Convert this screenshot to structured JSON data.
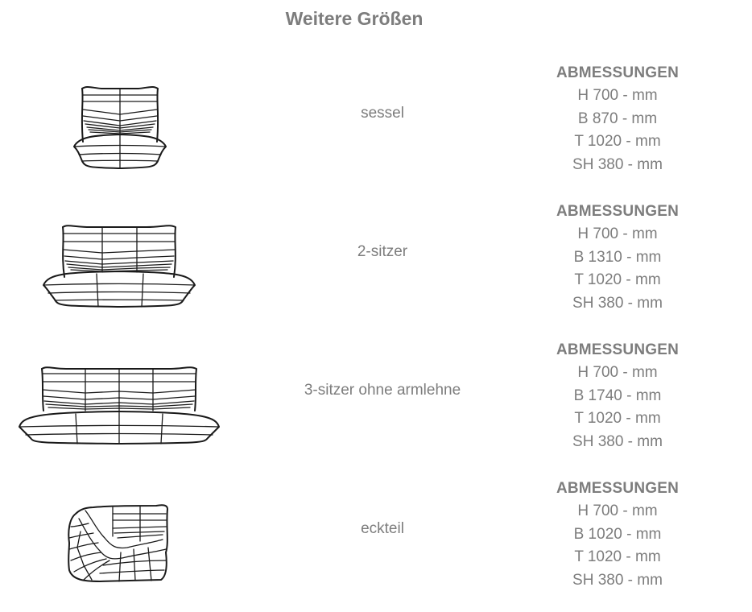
{
  "page": {
    "title": "Weitere Größen"
  },
  "products": [
    {
      "name": "sessel",
      "icon": "armchair-drawing",
      "specs_heading": "ABMESSUNGEN",
      "specs": [
        "H 700 - mm",
        "B 870 - mm",
        "T 1020 - mm",
        "SH 380 - mm"
      ]
    },
    {
      "name": "2-sitzer",
      "icon": "two-seater-sofa-drawing",
      "specs_heading": "ABMESSUNGEN",
      "specs": [
        "H 700 - mm",
        "B 1310 - mm",
        "T 1020 - mm",
        "SH 380 - mm"
      ]
    },
    {
      "name": "3-sitzer ohne armlehne",
      "icon": "three-seater-sofa-drawing",
      "specs_heading": "ABMESSUNGEN",
      "specs": [
        "H 700 - mm",
        "B 1740 - mm",
        "T 1020 - mm",
        "SH 380 - mm"
      ]
    },
    {
      "name": "eckteil",
      "icon": "corner-sofa-drawing",
      "specs_heading": "ABMESSUNGEN",
      "specs": [
        "H 700 - mm",
        "B 1020 - mm",
        "T 1020 - mm",
        "SH 380 - mm"
      ]
    }
  ]
}
